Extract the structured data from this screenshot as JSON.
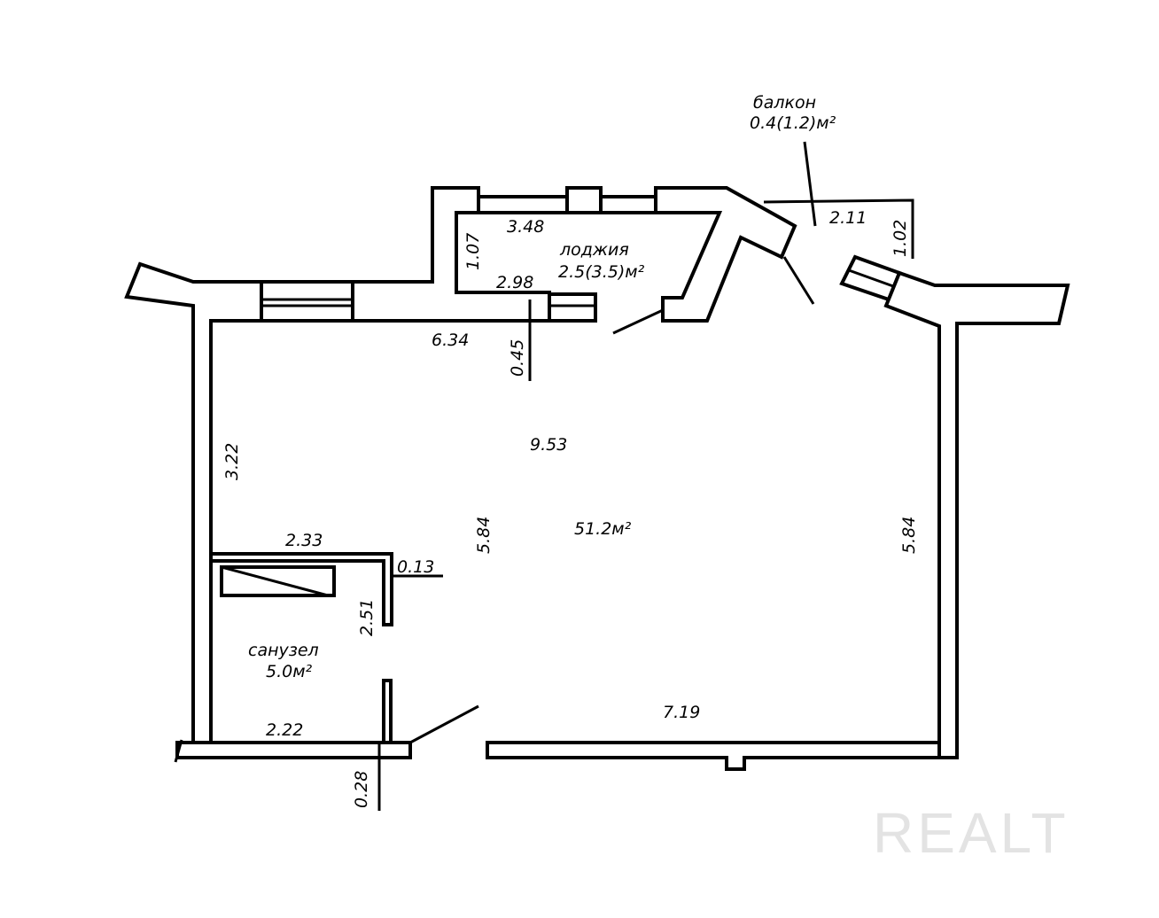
{
  "rooms": {
    "main": {
      "area": "51.2м²"
    },
    "loggia": {
      "name": "лоджия",
      "area": "2.5(3.5)м²"
    },
    "balcony": {
      "name": "балкон",
      "area": "0.4(1.2)м²"
    },
    "bathroom": {
      "name": "санузел",
      "area": "5.0м²"
    }
  },
  "dimensions": {
    "loggia_top": "3.48",
    "loggia_bottom": "2.98",
    "loggia_depth": "1.07",
    "balcony_width": "2.11",
    "balcony_depth": "1.02",
    "top_wall": "6.34",
    "wall_offset": "0.45",
    "main_length": "9.53",
    "left_wall": "3.22",
    "main_depth_center": "5.84",
    "main_depth_right": "5.84",
    "bath_top": "2.33",
    "bath_partition": "0.13",
    "bath_side": "2.51",
    "bath_bottom": "2.22",
    "bottom_right": "7.19",
    "bottom_wall": "0.28"
  },
  "watermark": "REALT"
}
